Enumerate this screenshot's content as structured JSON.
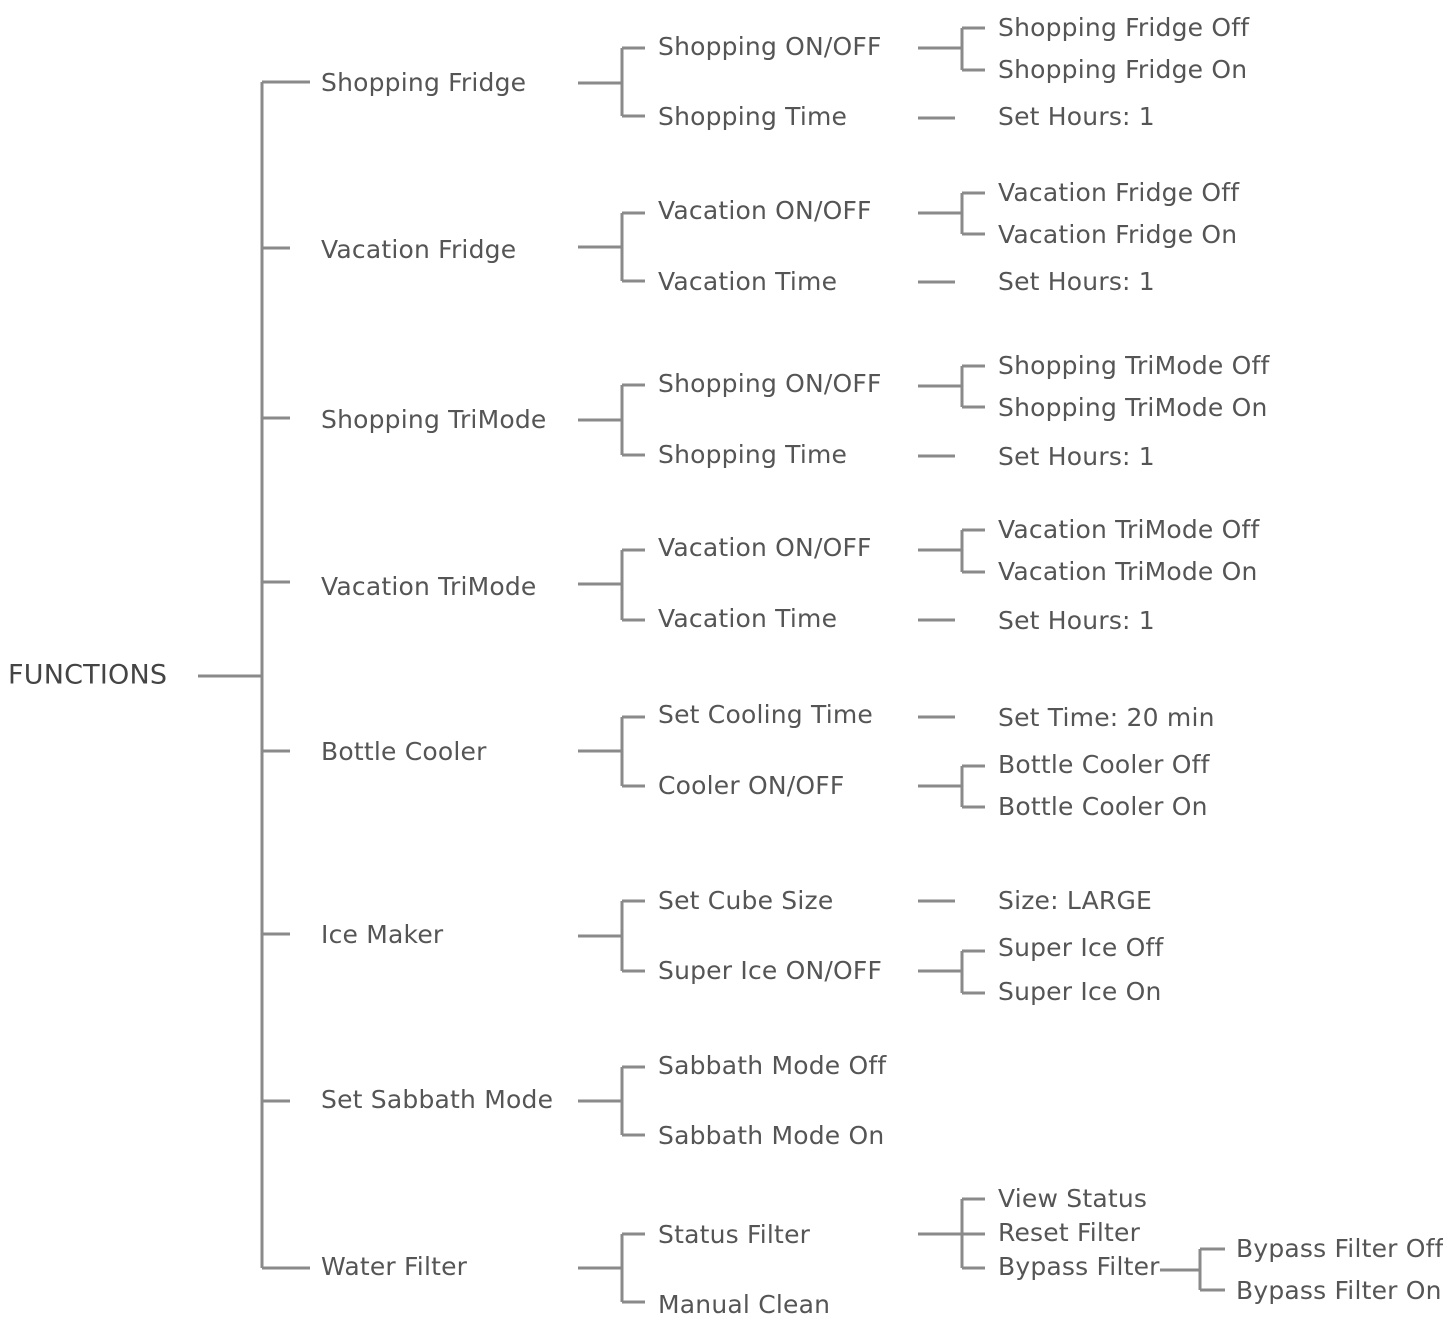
{
  "root": {
    "label": "FUNCTIONS"
  },
  "functions": [
    {
      "label": "Shopping Fridge",
      "options": [
        {
          "label": "Shopping ON/OFF",
          "values": [
            "Shopping Fridge Off",
            "Shopping Fridge On"
          ]
        },
        {
          "label": "Shopping Time",
          "values": [
            "Set Hours: 1"
          ]
        }
      ]
    },
    {
      "label": "Vacation Fridge",
      "options": [
        {
          "label": "Vacation ON/OFF",
          "values": [
            "Vacation Fridge Off",
            "Vacation Fridge On"
          ]
        },
        {
          "label": "Vacation Time",
          "values": [
            "Set Hours: 1"
          ]
        }
      ]
    },
    {
      "label": "Shopping TriMode",
      "options": [
        {
          "label": "Shopping ON/OFF",
          "values": [
            "Shopping TriMode Off",
            "Shopping TriMode On"
          ]
        },
        {
          "label": "Shopping Time",
          "values": [
            "Set Hours: 1"
          ]
        }
      ]
    },
    {
      "label": "Vacation TriMode",
      "options": [
        {
          "label": "Vacation ON/OFF",
          "values": [
            "Vacation TriMode Off",
            "Vacation TriMode On"
          ]
        },
        {
          "label": "Vacation Time",
          "values": [
            "Set Hours: 1"
          ]
        }
      ]
    },
    {
      "label": "Bottle Cooler",
      "options": [
        {
          "label": "Set Cooling Time",
          "values": [
            "Set Time: 20 min"
          ]
        },
        {
          "label": "Cooler ON/OFF",
          "values": [
            "Bottle Cooler Off",
            "Bottle Cooler On"
          ]
        }
      ]
    },
    {
      "label": "Ice Maker",
      "options": [
        {
          "label": "Set Cube Size",
          "values": [
            "Size: LARGE"
          ]
        },
        {
          "label": "Super Ice ON/OFF",
          "values": [
            "Super Ice Off",
            "Super Ice On"
          ]
        }
      ]
    },
    {
      "label": "Set Sabbath Mode",
      "options": [
        {
          "label": "Sabbath Mode Off",
          "values": []
        },
        {
          "label": "Sabbath Mode On",
          "values": []
        }
      ]
    },
    {
      "label": "Water Filter",
      "options": [
        {
          "label": "Status Filter",
          "values": [
            "View Status",
            "Reset Filter",
            "Bypass Filter"
          ],
          "sub": {
            "parent": "Bypass Filter",
            "values": [
              "Bypass Filter Off",
              "Bypass Filter On"
            ]
          }
        },
        {
          "label": "Manual Clean",
          "values": []
        }
      ]
    }
  ]
}
